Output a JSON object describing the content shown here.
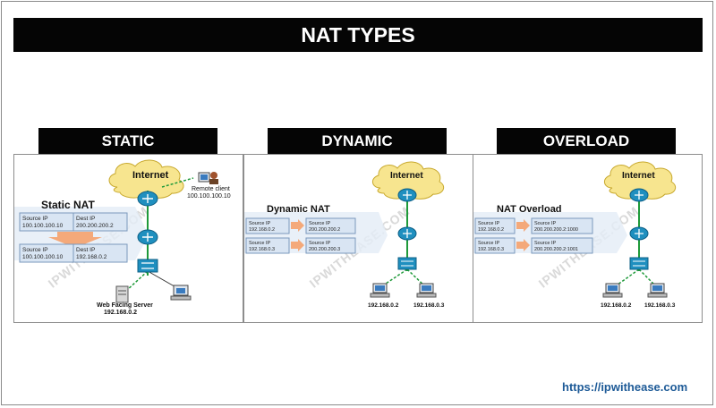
{
  "title": "NAT TYPES",
  "sections": [
    {
      "heading": "STATIC",
      "cloud_label": "Internet",
      "nat_label": "Static NAT",
      "rows": [
        {
          "src_label": "Source IP",
          "src_value": "100.100.100.10",
          "dst_label": "Dest IP",
          "dst_value": "200.200.200.2"
        },
        {
          "src_label": "Source IP",
          "src_value": "100.100.100.10",
          "dst_label": "Dest IP",
          "dst_value": "192.168.0.2"
        }
      ],
      "remote_client_label": "Remote client",
      "remote_client_ip": "100.100.100.10",
      "server_label": "Web Facing Server",
      "server_ip": "192.168.0.2",
      "watermark": "IPWITHEASE.COM"
    },
    {
      "heading": "DYNAMIC",
      "cloud_label": "Internet",
      "nat_label": "Dynamic NAT",
      "rows": [
        {
          "src_label": "Source IP",
          "src_value": "192.168.0.2",
          "dst_label": "Source IP",
          "dst_value": "200.200.200.2"
        },
        {
          "src_label": "Source IP",
          "src_value": "192.168.0.3",
          "dst_label": "Source IP",
          "dst_value": "200.200.200.3"
        }
      ],
      "host_left_ip": "192.168.0.2",
      "host_right_ip": "192.168.0.3",
      "watermark": "IPWITHEASE.COM"
    },
    {
      "heading": "OVERLOAD",
      "cloud_label": "Internet",
      "nat_label": "NAT Overload",
      "rows": [
        {
          "src_label": "Source IP",
          "src_value": "192.168.0.2",
          "dst_label": "Source IP",
          "dst_value": "200.200.200.2:1000"
        },
        {
          "src_label": "Source IP",
          "src_value": "192.168.0.3",
          "dst_label": "Source IP",
          "dst_value": "200.200.200.2:1001"
        }
      ],
      "host_left_ip": "192.168.0.2",
      "host_right_ip": "192.168.0.3",
      "watermark": "IPWITHEASE.COM"
    }
  ],
  "footer_url": "https://ipwithease.com",
  "colors": {
    "header_bg": "#050505",
    "cloud_fill": "#f7e58f",
    "router_fill": "#1f8fbf",
    "link_green": "#1f9a3a",
    "table_fill": "#d9e5f3",
    "arrow_orange": "#f4a97a",
    "footer_text": "#1d5a97"
  },
  "icons": [
    "cloud-icon",
    "router-icon",
    "switch-icon",
    "workstation-icon",
    "server-icon",
    "remote-client-icon"
  ]
}
